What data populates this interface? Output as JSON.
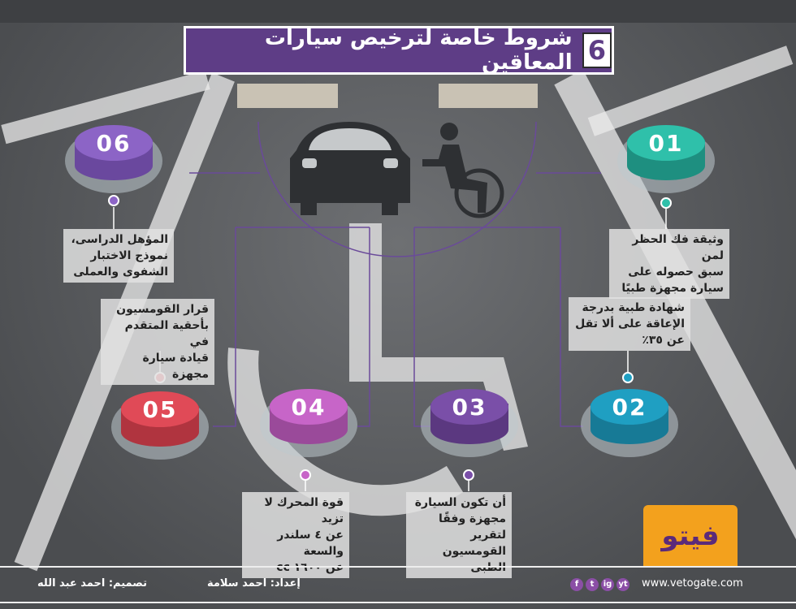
{
  "title": {
    "number": "6",
    "text": "شروط خاصة لترخيص سيارات المعاقين"
  },
  "items": [
    {
      "num": "01",
      "color": "#2fc0aa",
      "text": [
        "وثيقة فك الحظر لمن",
        "سبق حصوله على",
        "سيارة مجهزة طبيًا"
      ]
    },
    {
      "num": "02",
      "color": "#1f9fc2",
      "text": [
        "شهادة طبية بدرجة",
        "الإعاقة على ألا تقل",
        "عن ٣٥٪"
      ]
    },
    {
      "num": "03",
      "color": "#7a4fa8",
      "text": [
        "أن تكون السيارة",
        "مجهزة وفقًا لتقرير",
        "القومسيون الطبى"
      ]
    },
    {
      "num": "04",
      "color": "#c765c8",
      "text": [
        "قوة المحرك لا تزيد",
        "عن ٤ سلندر والسعة",
        "عن ١٦٠٠ cc"
      ]
    },
    {
      "num": "05",
      "color": "#e04a57",
      "text": [
        "قرار القومسيون",
        "بأحقية المتقدم في",
        "قيادة سيارة مجهزة"
      ]
    },
    {
      "num": "06",
      "color": "#8c64c6",
      "text": [
        "المؤهل الدراسى،",
        "نموذج الاختبار",
        "الشفوى والعملى"
      ]
    }
  ],
  "logo": "فيتو",
  "footer": {
    "website": "www.vetogate.com",
    "prepared": "إعداد: احمد سلامة",
    "design": "تصميم: احمد عبد الله",
    "social": [
      "f",
      "t",
      "ig",
      "yt"
    ]
  }
}
